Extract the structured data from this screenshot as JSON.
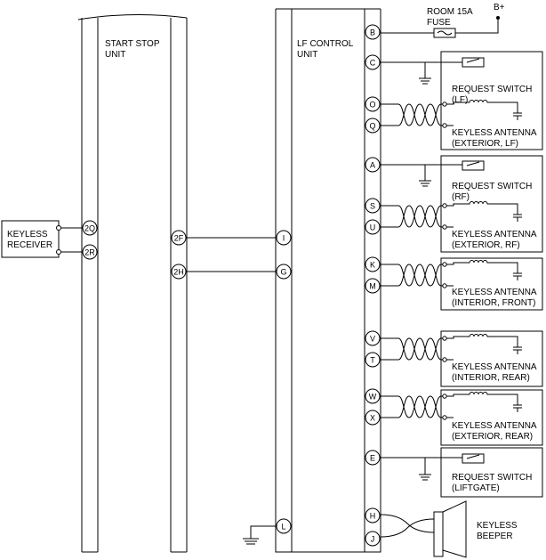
{
  "units": {
    "start_stop": [
      "START STOP",
      "UNIT"
    ],
    "lf_control": [
      "LF CONTROL",
      "UNIT"
    ],
    "keyless_receiver": [
      "KEYLESS",
      "RECEIVER"
    ]
  },
  "pins": {
    "receiver": [
      "2Q",
      "2R"
    ],
    "start_stop": [
      "2F",
      "2H"
    ],
    "lf_left": [
      "I",
      "G",
      "L"
    ],
    "lf_right": [
      "B",
      "C",
      "O",
      "Q",
      "A",
      "S",
      "U",
      "K",
      "M",
      "V",
      "T",
      "W",
      "X",
      "E",
      "H",
      "J"
    ]
  },
  "power": {
    "bplus": "B+",
    "fuse": [
      "ROOM 15A",
      "FUSE"
    ]
  },
  "components": {
    "request_switch_lf": [
      "REQUEST SWITCH",
      "(LF)"
    ],
    "antenna_ext_lf": [
      "KEYLESS ANTENNA",
      "(EXTERIOR, LF)"
    ],
    "request_switch_rf": [
      "REQUEST SWITCH",
      "(RF)"
    ],
    "antenna_ext_rf": [
      "KEYLESS ANTENNA",
      "(EXTERIOR, RF)"
    ],
    "antenna_int_front": [
      "KEYLESS ANTENNA",
      "(INTERIOR, FRONT)"
    ],
    "antenna_int_rear": [
      "KEYLESS ANTENNA",
      "(INTERIOR, REAR)"
    ],
    "antenna_ext_rear": [
      "KEYLESS ANTENNA",
      "(EXTERIOR, REAR)"
    ],
    "request_switch_liftgate": [
      "REQUEST SWITCH",
      "(LIFTGATE)"
    ],
    "keyless_beeper": [
      "KEYLESS",
      "BEEPER"
    ]
  }
}
